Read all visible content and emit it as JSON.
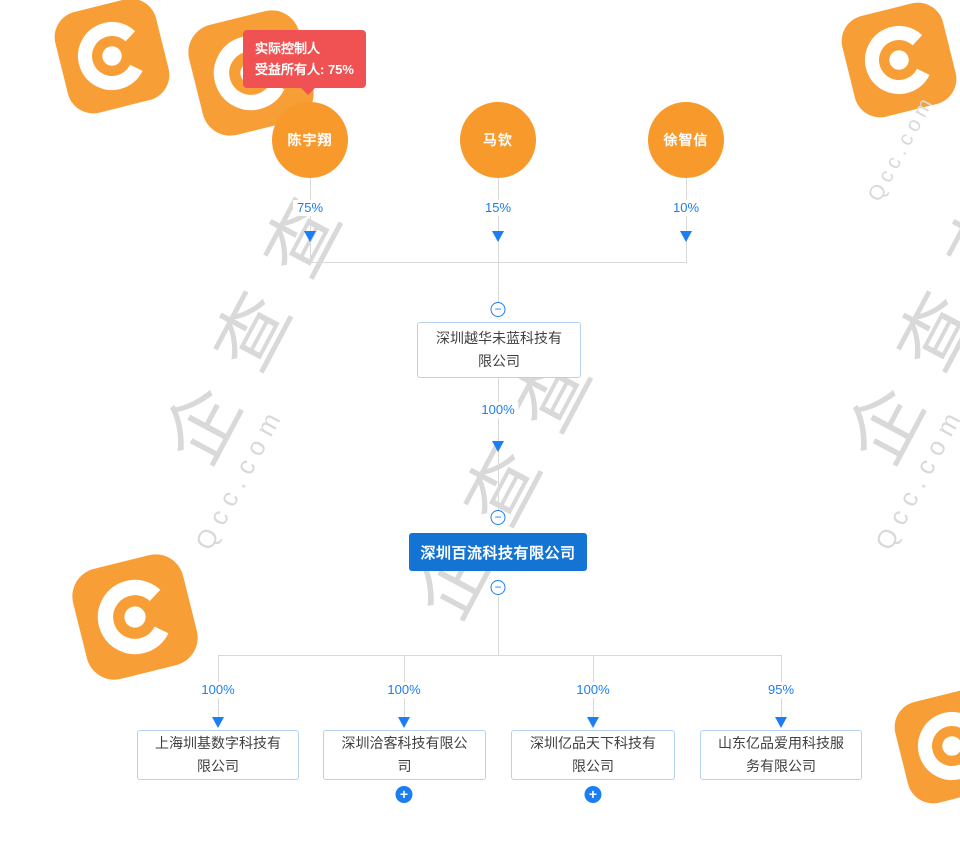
{
  "badge": {
    "line1": "实际控制人",
    "line2": "受益所有人: 75%"
  },
  "shareholders": [
    {
      "name": "陈宇翔",
      "percent": "75%"
    },
    {
      "name": "马钦",
      "percent": "15%"
    },
    {
      "name": "徐智信",
      "percent": "10%"
    }
  ],
  "intermediate_company": {
    "name": "深圳越华未蓝科技有限公司",
    "percent": "100%"
  },
  "main_company": {
    "name": "深圳百流科技有限公司"
  },
  "subsidiaries": [
    {
      "name": "上海圳基数字科技有限公司",
      "percent": "100%"
    },
    {
      "name": "深圳洽客科技有限公司",
      "percent": "100%"
    },
    {
      "name": "深圳亿品天下科技有限公司",
      "percent": "100%"
    },
    {
      "name": "山东亿品爱用科技服务有限公司",
      "percent": "95%"
    }
  ],
  "icons": {
    "collapse": "−",
    "expand": "+"
  },
  "watermark": {
    "brand": "企查查",
    "domain": "Qcc.com"
  },
  "colors": {
    "accent_blue": "#1b7ef2",
    "person_orange": "#f7992b",
    "badge_red": "#f05152",
    "main_box_blue": "#1474d4",
    "line_gray": "#d9d9d9"
  }
}
